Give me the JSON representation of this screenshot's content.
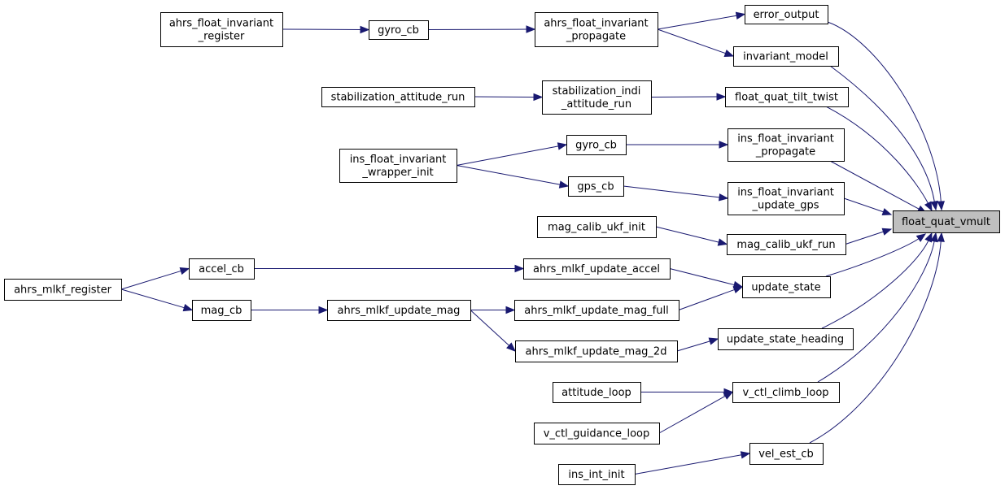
{
  "diagram": {
    "title": "",
    "edge_color": "#191970",
    "focus_fill": "#bfbfbf",
    "nodes": {
      "ahrs_float_invariant_register": [
        "ahrs_float_invariant",
        "_register"
      ],
      "gyro_cb_1": [
        "gyro_cb"
      ],
      "ahrs_float_invariant_propagate": [
        "ahrs_float_invariant",
        "_propagate"
      ],
      "error_output": [
        "error_output"
      ],
      "invariant_model": [
        "invariant_model"
      ],
      "stabilization_attitude_run": [
        "stabilization_attitude_run"
      ],
      "stabilization_indi_attitude_run": [
        "stabilization_indi",
        "_attitude_run"
      ],
      "float_quat_tilt_twist": [
        "float_quat_tilt_twist"
      ],
      "ins_float_invariant_wrapper_init": [
        "ins_float_invariant",
        "_wrapper_init"
      ],
      "gyro_cb_2": [
        "gyro_cb"
      ],
      "ins_float_invariant_propagate": [
        "ins_float_invariant",
        "_propagate"
      ],
      "gps_cb": [
        "gps_cb"
      ],
      "ins_float_invariant_update_gps": [
        "ins_float_invariant",
        "_update_gps"
      ],
      "float_quat_vmult": [
        "float_quat_vmult"
      ],
      "mag_calib_ukf_init": [
        "mag_calib_ukf_init"
      ],
      "mag_calib_ukf_run": [
        "mag_calib_ukf_run"
      ],
      "accel_cb": [
        "accel_cb"
      ],
      "ahrs_mlkf_update_accel": [
        "ahrs_mlkf_update_accel"
      ],
      "ahrs_mlkf_register": [
        "ahrs_mlkf_register"
      ],
      "update_state": [
        "update_state"
      ],
      "mag_cb": [
        "mag_cb"
      ],
      "ahrs_mlkf_update_mag": [
        "ahrs_mlkf_update_mag"
      ],
      "ahrs_mlkf_update_mag_full": [
        "ahrs_mlkf_update_mag_full"
      ],
      "ahrs_mlkf_update_mag_2d": [
        "ahrs_mlkf_update_mag_2d"
      ],
      "update_state_heading": [
        "update_state_heading"
      ],
      "attitude_loop": [
        "attitude_loop"
      ],
      "v_ctl_climb_loop": [
        "v_ctl_climb_loop"
      ],
      "v_ctl_guidance_loop": [
        "v_ctl_guidance_loop"
      ],
      "ins_int_init": [
        "ins_int_init"
      ],
      "vel_est_cb": [
        "vel_est_cb"
      ]
    },
    "edges": [
      {
        "from": "ahrs_float_invariant_register",
        "to": "gyro_cb_1"
      },
      {
        "from": "gyro_cb_1",
        "to": "ahrs_float_invariant_propagate"
      },
      {
        "from": "ahrs_float_invariant_propagate",
        "to": "error_output"
      },
      {
        "from": "ahrs_float_invariant_propagate",
        "to": "invariant_model"
      },
      {
        "from": "error_output",
        "to": "float_quat_vmult"
      },
      {
        "from": "invariant_model",
        "to": "float_quat_vmult"
      },
      {
        "from": "stabilization_attitude_run",
        "to": "stabilization_indi_attitude_run"
      },
      {
        "from": "stabilization_indi_attitude_run",
        "to": "float_quat_tilt_twist"
      },
      {
        "from": "float_quat_tilt_twist",
        "to": "float_quat_vmult"
      },
      {
        "from": "ins_float_invariant_wrapper_init",
        "to": "gyro_cb_2"
      },
      {
        "from": "ins_float_invariant_wrapper_init",
        "to": "gps_cb"
      },
      {
        "from": "gyro_cb_2",
        "to": "ins_float_invariant_propagate"
      },
      {
        "from": "gps_cb",
        "to": "ins_float_invariant_update_gps"
      },
      {
        "from": "ins_float_invariant_propagate",
        "to": "float_quat_vmult"
      },
      {
        "from": "ins_float_invariant_update_gps",
        "to": "float_quat_vmult"
      },
      {
        "from": "mag_calib_ukf_init",
        "to": "mag_calib_ukf_run"
      },
      {
        "from": "mag_calib_ukf_run",
        "to": "float_quat_vmult"
      },
      {
        "from": "ahrs_mlkf_register",
        "to": "accel_cb"
      },
      {
        "from": "ahrs_mlkf_register",
        "to": "mag_cb"
      },
      {
        "from": "accel_cb",
        "to": "ahrs_mlkf_update_accel"
      },
      {
        "from": "ahrs_mlkf_update_accel",
        "to": "update_state"
      },
      {
        "from": "mag_cb",
        "to": "ahrs_mlkf_update_mag"
      },
      {
        "from": "ahrs_mlkf_update_mag",
        "to": "ahrs_mlkf_update_mag_full"
      },
      {
        "from": "ahrs_mlkf_update_mag",
        "to": "ahrs_mlkf_update_mag_2d"
      },
      {
        "from": "ahrs_mlkf_update_mag_full",
        "to": "update_state"
      },
      {
        "from": "ahrs_mlkf_update_mag_2d",
        "to": "update_state_heading"
      },
      {
        "from": "update_state",
        "to": "float_quat_vmult"
      },
      {
        "from": "update_state_heading",
        "to": "float_quat_vmult"
      },
      {
        "from": "attitude_loop",
        "to": "v_ctl_climb_loop"
      },
      {
        "from": "v_ctl_guidance_loop",
        "to": "v_ctl_climb_loop"
      },
      {
        "from": "v_ctl_climb_loop",
        "to": "float_quat_vmult"
      },
      {
        "from": "ins_int_init",
        "to": "vel_est_cb"
      },
      {
        "from": "vel_est_cb",
        "to": "float_quat_vmult"
      }
    ]
  }
}
